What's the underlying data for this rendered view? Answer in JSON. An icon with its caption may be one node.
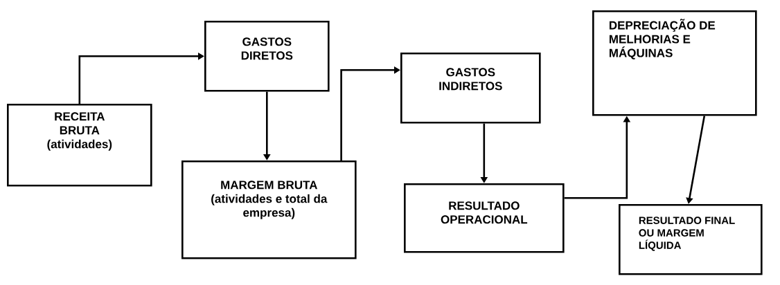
{
  "diagram": {
    "nodes": [
      {
        "text": [
          "RECEITA BRUTA",
          "(atividades)"
        ]
      },
      {
        "text": [
          "GASTOS DIRETOS"
        ]
      },
      {
        "text": [
          "MARGEM BRUTA",
          "(atividades e total da empresa)"
        ]
      },
      {
        "text": [
          "GASTOS INDIRETOS"
        ]
      },
      {
        "text": [
          "RESULTADO OPERACIONAL"
        ]
      },
      {
        "text": [
          "DEPRECIAÇÃO DE MELHORIAS E MÁQUINAS"
        ]
      },
      {
        "text": [
          "RESULTADO FINAL OU MARGEM LÍQUIDA"
        ]
      }
    ],
    "edges": [
      {
        "from": 0,
        "to": 1,
        "arrow": "to"
      },
      {
        "from": 1,
        "to": 2,
        "arrow": "to"
      },
      {
        "from": 2,
        "to": 3,
        "arrow": "to"
      },
      {
        "from": 3,
        "to": 4,
        "arrow": "to"
      },
      {
        "from": 4,
        "to": 5,
        "arrow": "to"
      },
      {
        "from": 5,
        "to": 6,
        "arrow": "to"
      }
    ]
  }
}
